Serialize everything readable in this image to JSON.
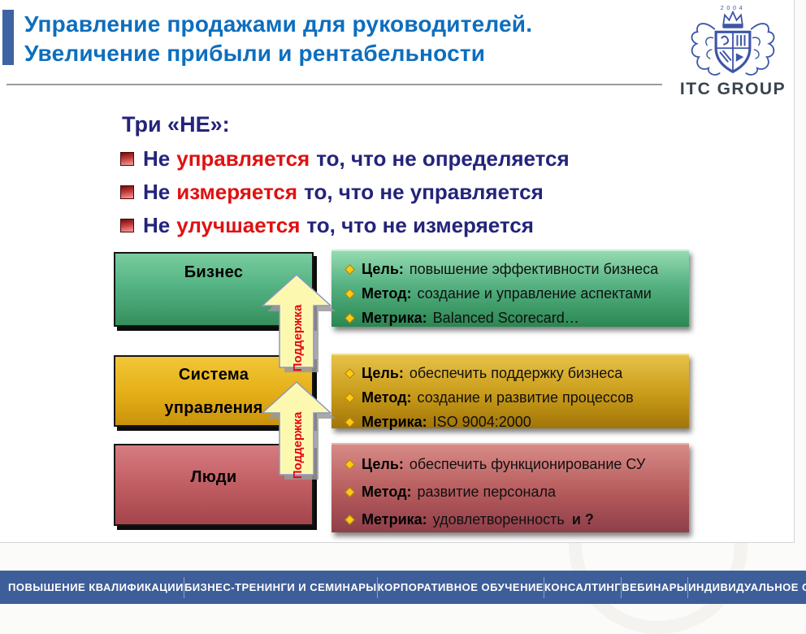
{
  "header": {
    "title_line1": "Управление продажами для руководителей.",
    "title_line2": "Увеличение прибыли и рентабельности",
    "title_color": "#0d6ebe",
    "accent_color": "#3e63a3",
    "logo": {
      "year": "2004",
      "name": "ITC GROUP",
      "crest_color": "#3d56a8"
    }
  },
  "three_ne": {
    "heading": "Три «НЕ»:",
    "keyword_color": "#e01111",
    "text_color": "#24247b",
    "items": [
      {
        "prefix": "Не",
        "keyword": "управляется",
        "rest": "то, что не определяется"
      },
      {
        "prefix": "Не",
        "keyword": "измеряется",
        "rest": "то, что не управляется"
      },
      {
        "prefix": "Не",
        "keyword": "улучшается",
        "rest": "то, что не измеряется"
      }
    ]
  },
  "rows": [
    {
      "label_lines": [
        "Бизнес"
      ],
      "color": "#3f9b66",
      "details": [
        {
          "label": "Цель:",
          "text": "повышение эффективности бизнеса"
        },
        {
          "label": "Метод:",
          "text": "создание и управление аспектами"
        },
        {
          "label": "Метрика:",
          "text": "Balanced Scorecard…"
        }
      ]
    },
    {
      "label_lines": [
        "Система",
        "управления"
      ],
      "color": "#dfa912",
      "details": [
        {
          "label": "Цель:",
          "text": "обеспечить поддержку бизнеса"
        },
        {
          "label": "Метод:",
          "text": "создание и развитие процессов"
        },
        {
          "label": "Метрика:",
          "text": "ISO 9004:2000"
        }
      ]
    },
    {
      "label_lines": [
        "Люди"
      ],
      "color": "#b5535a",
      "details": [
        {
          "label": "Цель:",
          "text": "обеспечить функционирование СУ"
        },
        {
          "label": "Метод:",
          "text": "развитие персонала"
        },
        {
          "label": "Метрика:",
          "text": "удовлетворенность",
          "suffix": "и ?"
        }
      ]
    }
  ],
  "arrows": [
    {
      "label": "Поддержка",
      "fill": "#fdf8b0",
      "text_color": "#e30613"
    },
    {
      "label": "Поддержка",
      "fill": "#fdf8b0",
      "text_color": "#e30613"
    }
  ],
  "footer": {
    "background": "#3e5e99",
    "items": [
      "ПОВЫШЕНИЕ КВАЛИФИКАЦИИ",
      "БИЗНЕС-ТРЕНИНГИ И СЕМИНАРЫ",
      "КОРПОРАТИВНОЕ ОБУЧЕНИЕ",
      "КОНСАЛТИНГ",
      "ВЕБИНАРЫ",
      "ИНДИВИДУАЛЬНОЕ ОБУЧЕНИЕ"
    ]
  }
}
